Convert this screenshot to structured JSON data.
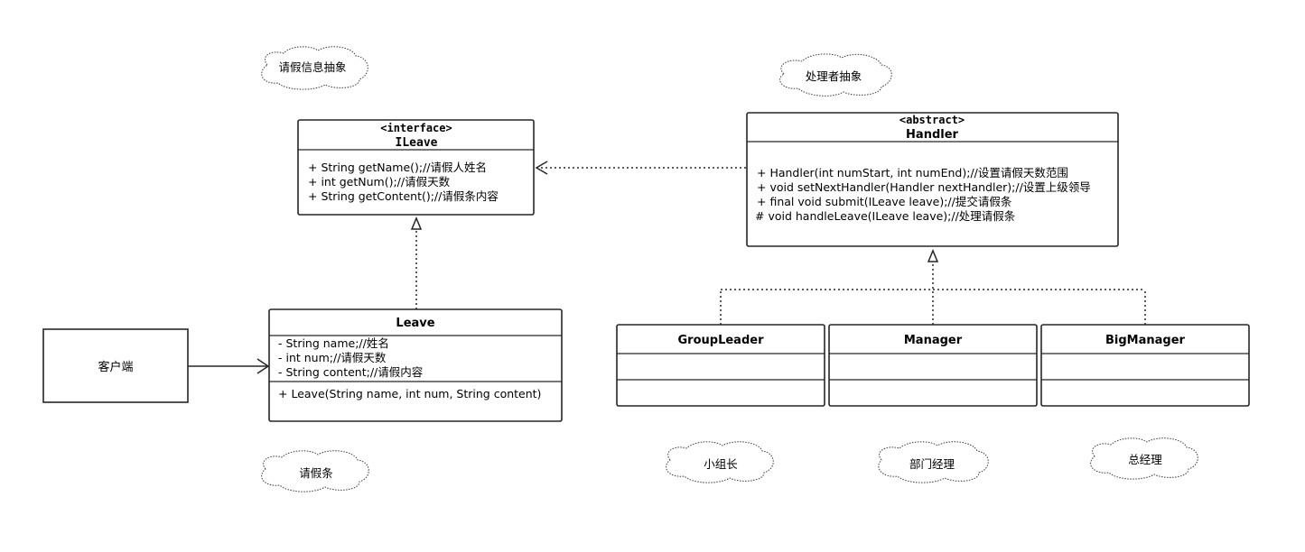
{
  "notes": {
    "leave_info_abstract": "请假信息抽象",
    "handler_abstract": "处理者抽象",
    "leave_slip": "请假条",
    "group_leader_note": "小组长",
    "manager_note": "部门经理",
    "big_manager_note": "总经理"
  },
  "ileave": {
    "stereotype": "<interface>",
    "name": "ILeave",
    "methods": [
      "+ String getName();//请假人姓名",
      "+ int getNum();//请假天数",
      "+ String getContent();//请假条内容"
    ]
  },
  "handler": {
    "stereotype": "<abstract>",
    "name": "Handler",
    "methods": [
      "+ Handler(int numStart, int numEnd);//设置请假天数范围",
      "+ void setNextHandler(Handler nextHandler);//设置上级领导",
      "+ final void submit(ILeave leave);//提交请假条",
      "# void handleLeave(ILeave leave);//处理请假条"
    ]
  },
  "leave": {
    "name": "Leave",
    "fields": [
      "- String name;//姓名",
      "- int num;//请假天数",
      "- String content;//请假内容"
    ],
    "methods": [
      "+ Leave(String name, int num, String content)"
    ]
  },
  "client": {
    "label": "客户端"
  },
  "subclasses": {
    "group_leader": "GroupLeader",
    "manager": "Manager",
    "big_manager": "BigManager"
  }
}
